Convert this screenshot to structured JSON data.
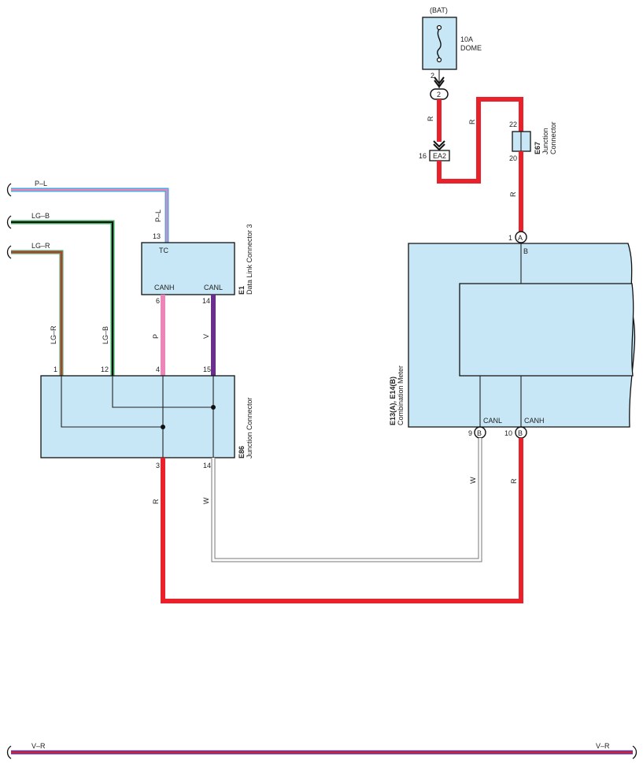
{
  "battery": {
    "label": "(BAT)",
    "fuse_rating": "10A",
    "fuse_name": "DOME",
    "pin": "2",
    "splice": "2"
  },
  "ea2": {
    "name": "EA2",
    "pin": "16"
  },
  "e67": {
    "id": "E67",
    "name_line1": "Junction",
    "name_line2": "Connector",
    "pin_top": "22",
    "pin_bottom": "20"
  },
  "e1": {
    "id": "E1",
    "name": "Data Link Connector 3",
    "tc": "TC",
    "canh": "CANH",
    "canl": "CANL",
    "pin_tc": "13",
    "pin_canh": "6",
    "pin_canl": "14"
  },
  "e86": {
    "id": "E86",
    "name": "Junction Connector",
    "pin1": "1",
    "pin12": "12",
    "pin4": "4",
    "pin15": "15",
    "pin3": "3",
    "pin14": "14"
  },
  "meter": {
    "id": "E13(A), E14(B)",
    "name": "Combination Meter",
    "pin_a": "1",
    "conn_a": "A",
    "label_b": "B",
    "canl": "CANL",
    "canh": "CANH",
    "pin_canl": "9",
    "pin_canh": "10",
    "conn_b": "B"
  },
  "wires": {
    "r": "R",
    "pl": "P–L",
    "lgb": "LG–B",
    "lgr": "LG–R",
    "p": "P",
    "v": "V",
    "w": "W",
    "vr": "V–R"
  },
  "colors": {
    "red": "#e8212b",
    "pink": "#ec86b8",
    "purple": "#6a2e8e",
    "light_blue": "#c8e7f6",
    "green": "#3aa85c",
    "blue": "#4aa8e0"
  }
}
